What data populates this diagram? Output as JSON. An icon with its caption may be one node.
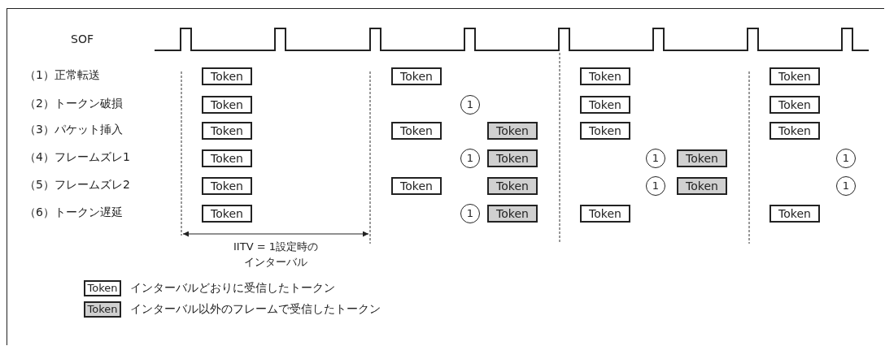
{
  "diagram": {
    "nodes": [
      {
        "text": [
          "Token"
        ]
      },
      {
        "text": [
          "Token"
        ]
      },
      {
        "text": [
          "Token"
        ]
      },
      {
        "text": [
          "Token"
        ]
      },
      {
        "text": [
          "Token"
        ]
      },
      {
        "text": [
          "1"
        ]
      },
      {
        "text": [
          "Token"
        ]
      },
      {
        "text": [
          "Token"
        ]
      },
      {
        "text": [
          "Token"
        ]
      },
      {
        "text": [
          "Token"
        ]
      },
      {
        "text": [
          "Token"
        ]
      },
      {
        "text": [
          "Token"
        ]
      },
      {
        "text": [
          "Token"
        ]
      },
      {
        "text": [
          "Token"
        ]
      },
      {
        "text": [
          "1"
        ]
      },
      {
        "text": [
          "Token"
        ]
      },
      {
        "text": [
          "1"
        ]
      },
      {
        "text": [
          "Token"
        ]
      },
      {
        "text": [
          "1"
        ]
      },
      {
        "text": [
          "Token"
        ]
      },
      {
        "text": [
          "Token"
        ]
      },
      {
        "text": [
          "Token"
        ]
      },
      {
        "text": [
          "1"
        ]
      },
      {
        "text": [
          "Token"
        ]
      },
      {
        "text": [
          "1"
        ]
      },
      {
        "text": [
          "Token"
        ]
      },
      {
        "text": [
          "1"
        ]
      },
      {
        "text": [
          "Token"
        ]
      },
      {
        "text": [
          "Token"
        ]
      },
      {
        "text": [
          "Token"
        ]
      }
    ],
    "labels": [
      "SOF",
      "（1）正常転送",
      "（2）トークン破損",
      "（3）パケット挿入",
      "（4）フレームズレ1",
      "（5）フレームズレ2",
      "（6）トークン遅延",
      "IITV = 1設定時のインターバル",
      "Token",
      "Token"
    ],
    "legend": [
      {
        "text": "インターバルどおりに受信したトークン",
        "color": "#ffffff"
      },
      {
        "text": "インターバル以外のフレームで受信したトークン",
        "color": "#d0d0d0"
      }
    ]
  }
}
